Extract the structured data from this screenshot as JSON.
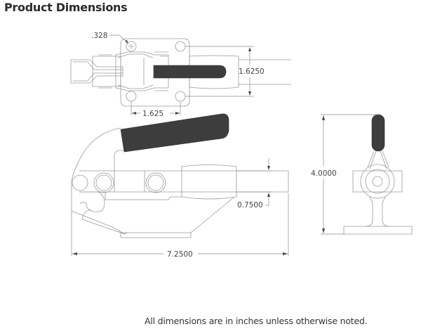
{
  "header": {
    "title": "Product Dimensions"
  },
  "drawing": {
    "top_view": {
      "hole_diameter_label": ".328",
      "handle_width_label": "1.6250",
      "hole_spacing_label": "1.625"
    },
    "front_view": {
      "bar_height_label": "0.7500",
      "overall_length_label": "7.2500"
    },
    "side_view": {
      "overall_height_label": "4.0000"
    },
    "colors": {
      "line": "#9a9a9a",
      "grip": "#3d3d3d",
      "text": "#444444"
    }
  },
  "footer": {
    "note": "All dimensions are in inches unless otherwise noted."
  }
}
